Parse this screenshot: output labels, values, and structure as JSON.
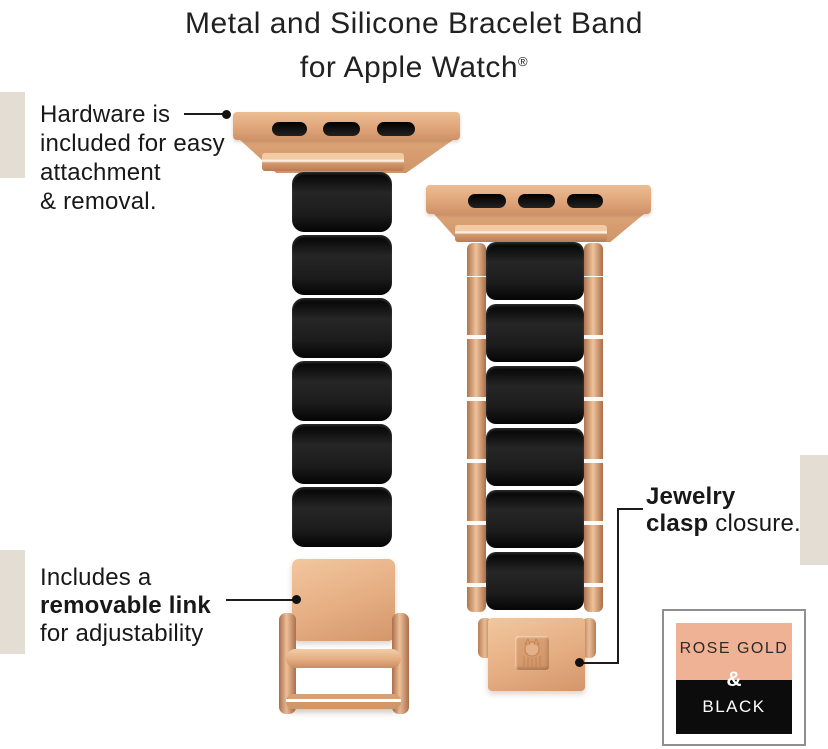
{
  "title": {
    "line1": "Metal and Silicone Bracelet Band",
    "line2": "for Apple Watch",
    "registered": "®"
  },
  "annotations": {
    "hardware": {
      "lines": [
        "Hardware is",
        "included for easy",
        "attachment",
        "& removal."
      ]
    },
    "removable_link": {
      "line1": "Includes a",
      "line2_bold": "removable link",
      "line3": "for adjustability"
    },
    "jewelry_clasp": {
      "line1_bold": "Jewelry",
      "line2_bold": "clasp",
      "line2_rest": " closure."
    }
  },
  "swatch": {
    "top_label": "ROSE GOLD",
    "separator": "&",
    "bottom_label": "BLACK",
    "rose_gold_hex": "#f0b294",
    "black_hex": "#0c0c0c"
  },
  "accents": {
    "beige_hex": "#e4ddd3",
    "leader_line_hex": "#1c1c1c"
  }
}
